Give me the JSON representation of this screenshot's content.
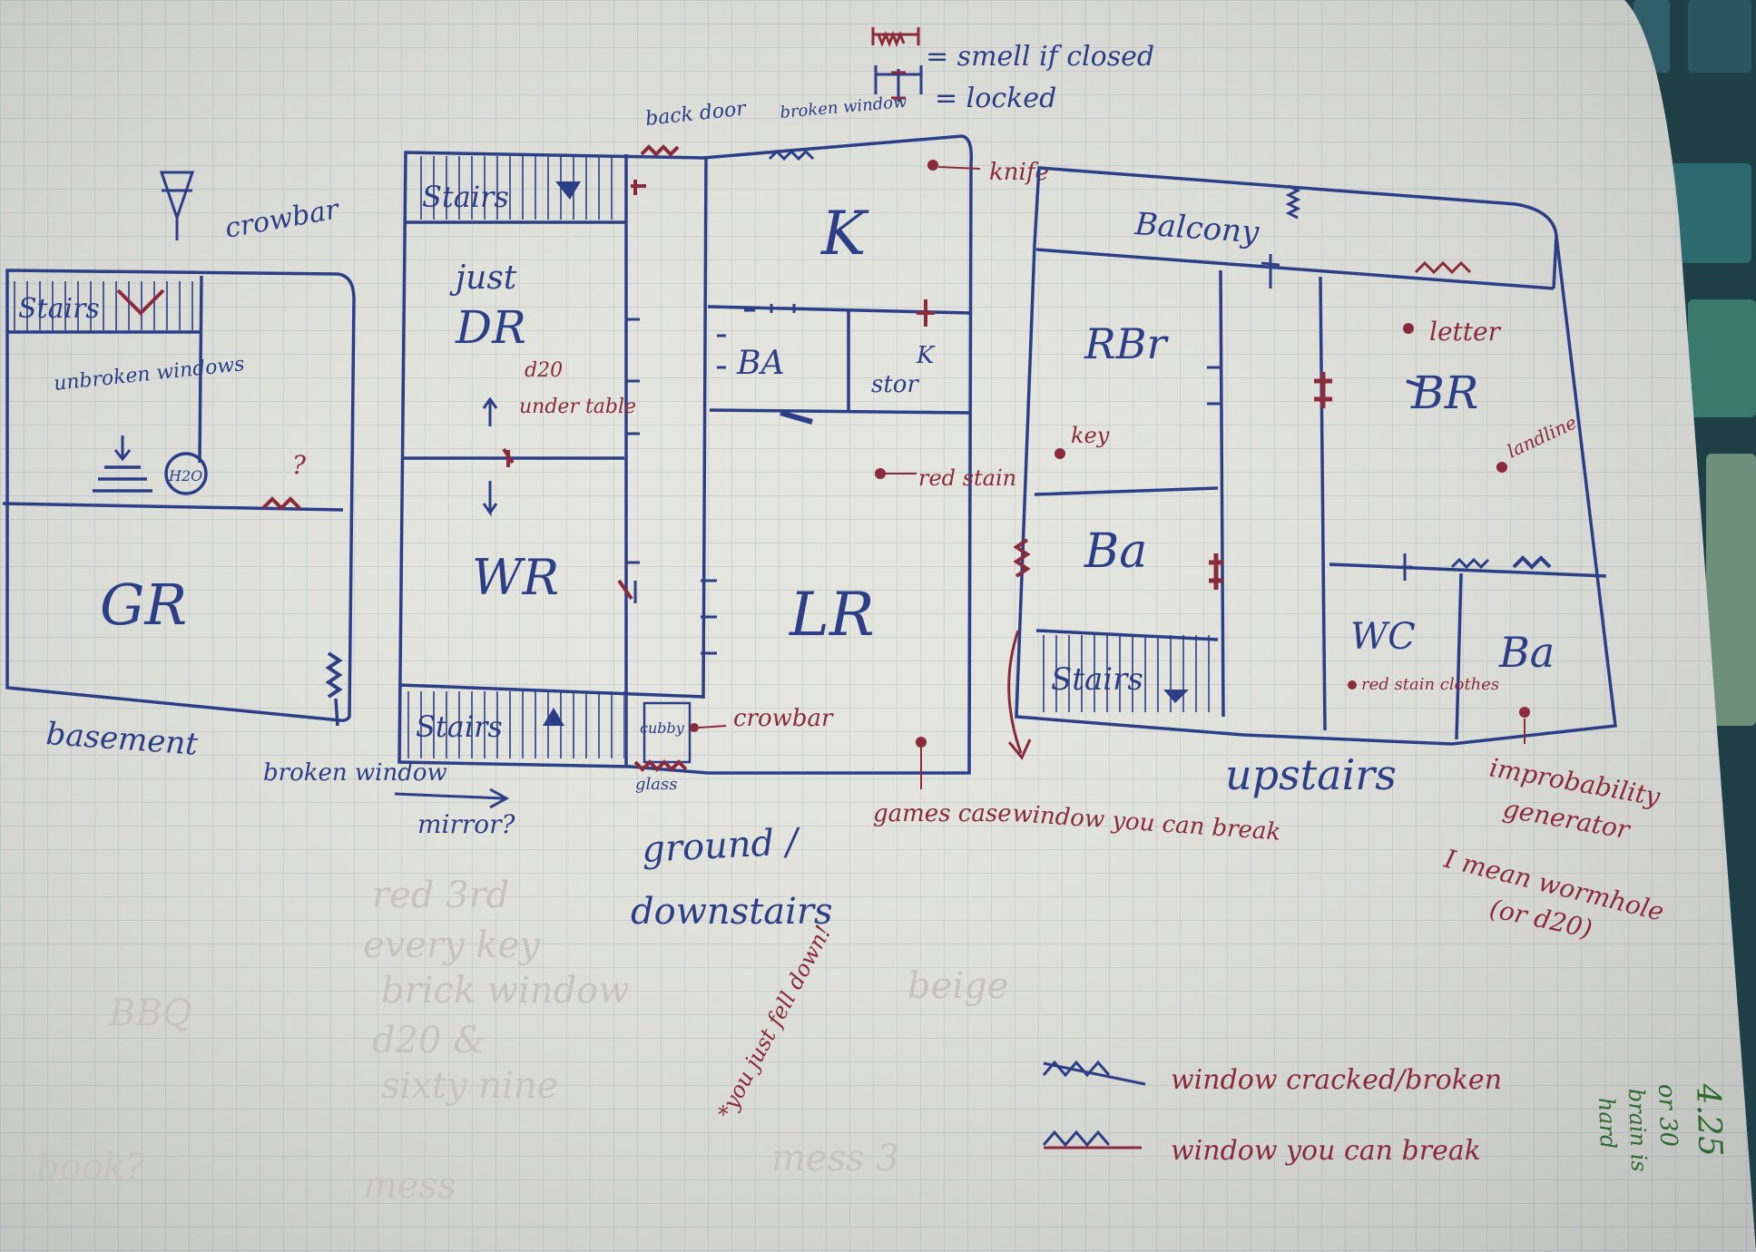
{
  "colors": {
    "paper": "#e4e5de",
    "grid": "#b9c1c6",
    "ink_blue": "#2c3e86",
    "ink_red": "#8a2a3a",
    "ink_faint": "#c6c2bd",
    "keyboard": "#1d4a55"
  },
  "key": {
    "closed_label": "= smell if closed",
    "locked_label": "= locked",
    "cracked_label": "window cracked/broken",
    "breakable_label": "window you can break"
  },
  "basement": {
    "stairs": "Stairs",
    "crowbar": "crowbar",
    "unbroken_windows": "unbroken windows",
    "h2o": "H2O",
    "question": "?",
    "gr": "GR",
    "title": "basement",
    "broken_window": "broken window"
  },
  "ground": {
    "back_door": "back door",
    "broken_window": "broken window",
    "knife": "knife",
    "stairs_top": "Stairs",
    "k": "K",
    "just": "just",
    "dr": "DR",
    "d20": "d20",
    "under_table": "under table",
    "ba": "BA",
    "k_stor_1": "K",
    "k_stor_2": "stor",
    "red_stain": "red stain",
    "wr": "WR",
    "lr": "LR",
    "stairs_bottom": "Stairs",
    "cubby": "cubby",
    "crowbar": "crowbar",
    "glass": "glass",
    "mirror": "mirror?",
    "games_case": "games case",
    "title_1": "ground /",
    "title_2": "downstairs",
    "diagonal": "*you just fell down!"
  },
  "upstairs": {
    "balcony": "Balcony",
    "rbr": "RBr",
    "key": "key",
    "ba_left": "Ba",
    "letter": "letter",
    "br": "BR",
    "landline": "landline",
    "stairs": "Stairs",
    "wc": "WC",
    "red_stain_clothes": "red stain clothes",
    "ba_right": "Ba",
    "window_you_can_break": "window you can break",
    "title": "upstairs",
    "improbability_1": "improbability",
    "improbability_2": "generator",
    "improbability_3": "I mean wormhole",
    "improbability_4": "(or d20)"
  },
  "corner_note": [
    "4.25",
    "or 30",
    "brain is",
    "hard"
  ],
  "faint_notes": [
    "red 3rd",
    "every key",
    "brick window",
    "d20 &",
    "sixty nine",
    "BBQ",
    "book?",
    "mess",
    "mess 3",
    "beige"
  ]
}
